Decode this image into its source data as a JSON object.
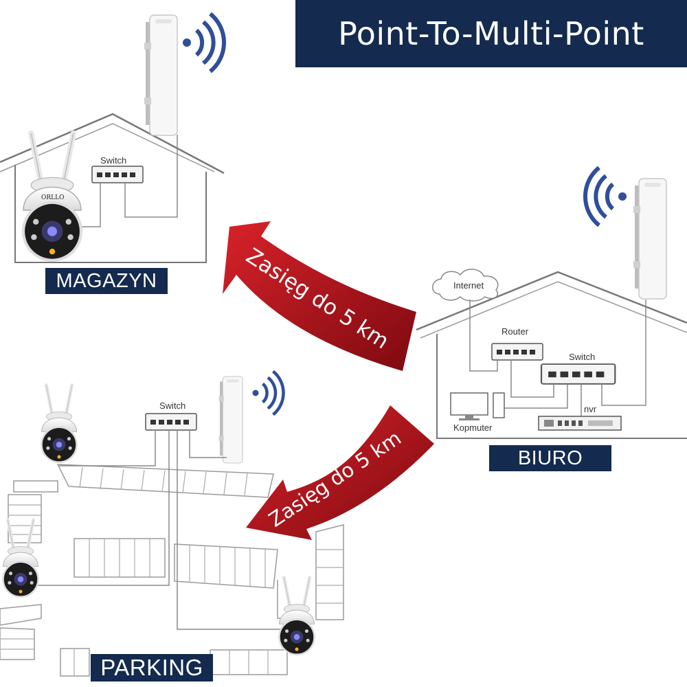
{
  "title": "Point-To-Multi-Point",
  "sites": {
    "magazyn": {
      "label": "MAGAZYN",
      "switch_label": "Switch"
    },
    "biuro": {
      "label": "BIURO",
      "internet_label": "Internet",
      "router_label": "Router",
      "switch_label": "Switch",
      "nvr_label": "nvr",
      "computer_label": "Kopmuter"
    },
    "parking": {
      "label": "PARKING",
      "switch_label": "Switch"
    }
  },
  "links": [
    {
      "text": "Zasięg do 5 km",
      "direction": "biuro-to-magazyn"
    },
    {
      "text": "Zasięg do 5 km",
      "direction": "biuro-to-parking"
    }
  ],
  "camera_brand": "ORLLO",
  "colors": {
    "banner": "#142a4e",
    "arrow": "#b0141a",
    "line": "#8a8a8a",
    "wifi": "#2f4f9a"
  }
}
